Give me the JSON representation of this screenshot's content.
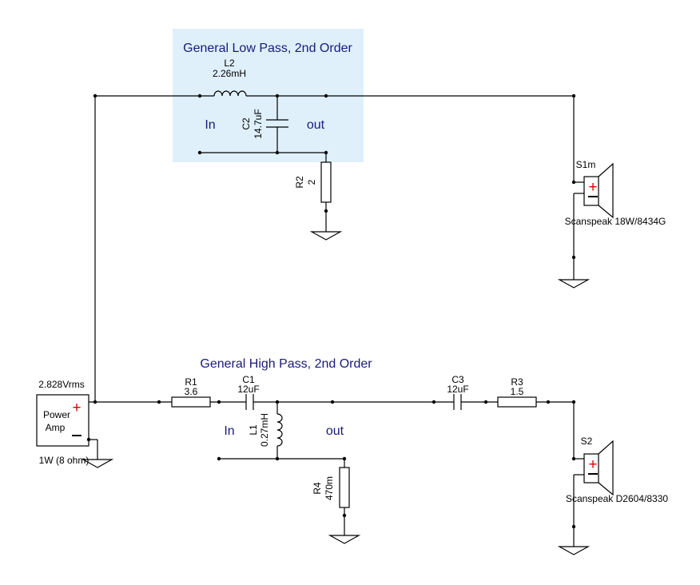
{
  "colors": {
    "block_fill": "#dff0fb",
    "block_text": "#1a1a7a",
    "wire": "#000000",
    "polarity_plus": "#e00000"
  },
  "low_pass": {
    "title": "General Low Pass, 2nd Order",
    "in_label": "In",
    "out_label": "out",
    "L2": {
      "ref": "L2",
      "value": "2.26mH"
    },
    "C2": {
      "ref": "C2",
      "value": "14.7uF"
    }
  },
  "R2": {
    "ref": "R2",
    "value": "2"
  },
  "S1": {
    "ref": "S1m",
    "model": "Scanspeak 18W/8434G"
  },
  "high_pass": {
    "title": "General High Pass, 2nd Order",
    "in_label": "In",
    "out_label": "out",
    "C1": {
      "ref": "C1",
      "value": "12uF"
    },
    "L1": {
      "ref": "L1",
      "value": "0.27mH"
    }
  },
  "R1": {
    "ref": "R1",
    "value": "3.6"
  },
  "C3": {
    "ref": "C3",
    "value": "12uF"
  },
  "R3": {
    "ref": "R3",
    "value": "1.5"
  },
  "R4": {
    "ref": "R4",
    "value": "470m"
  },
  "S2": {
    "ref": "S2",
    "model": "Scanspeak D2604/8330"
  },
  "amp": {
    "voltage": "2.828Vrms",
    "label_line1": "Power",
    "label_line2": "Amp",
    "power": "1W (8 ohm)",
    "plus": "+",
    "minus": "—"
  }
}
